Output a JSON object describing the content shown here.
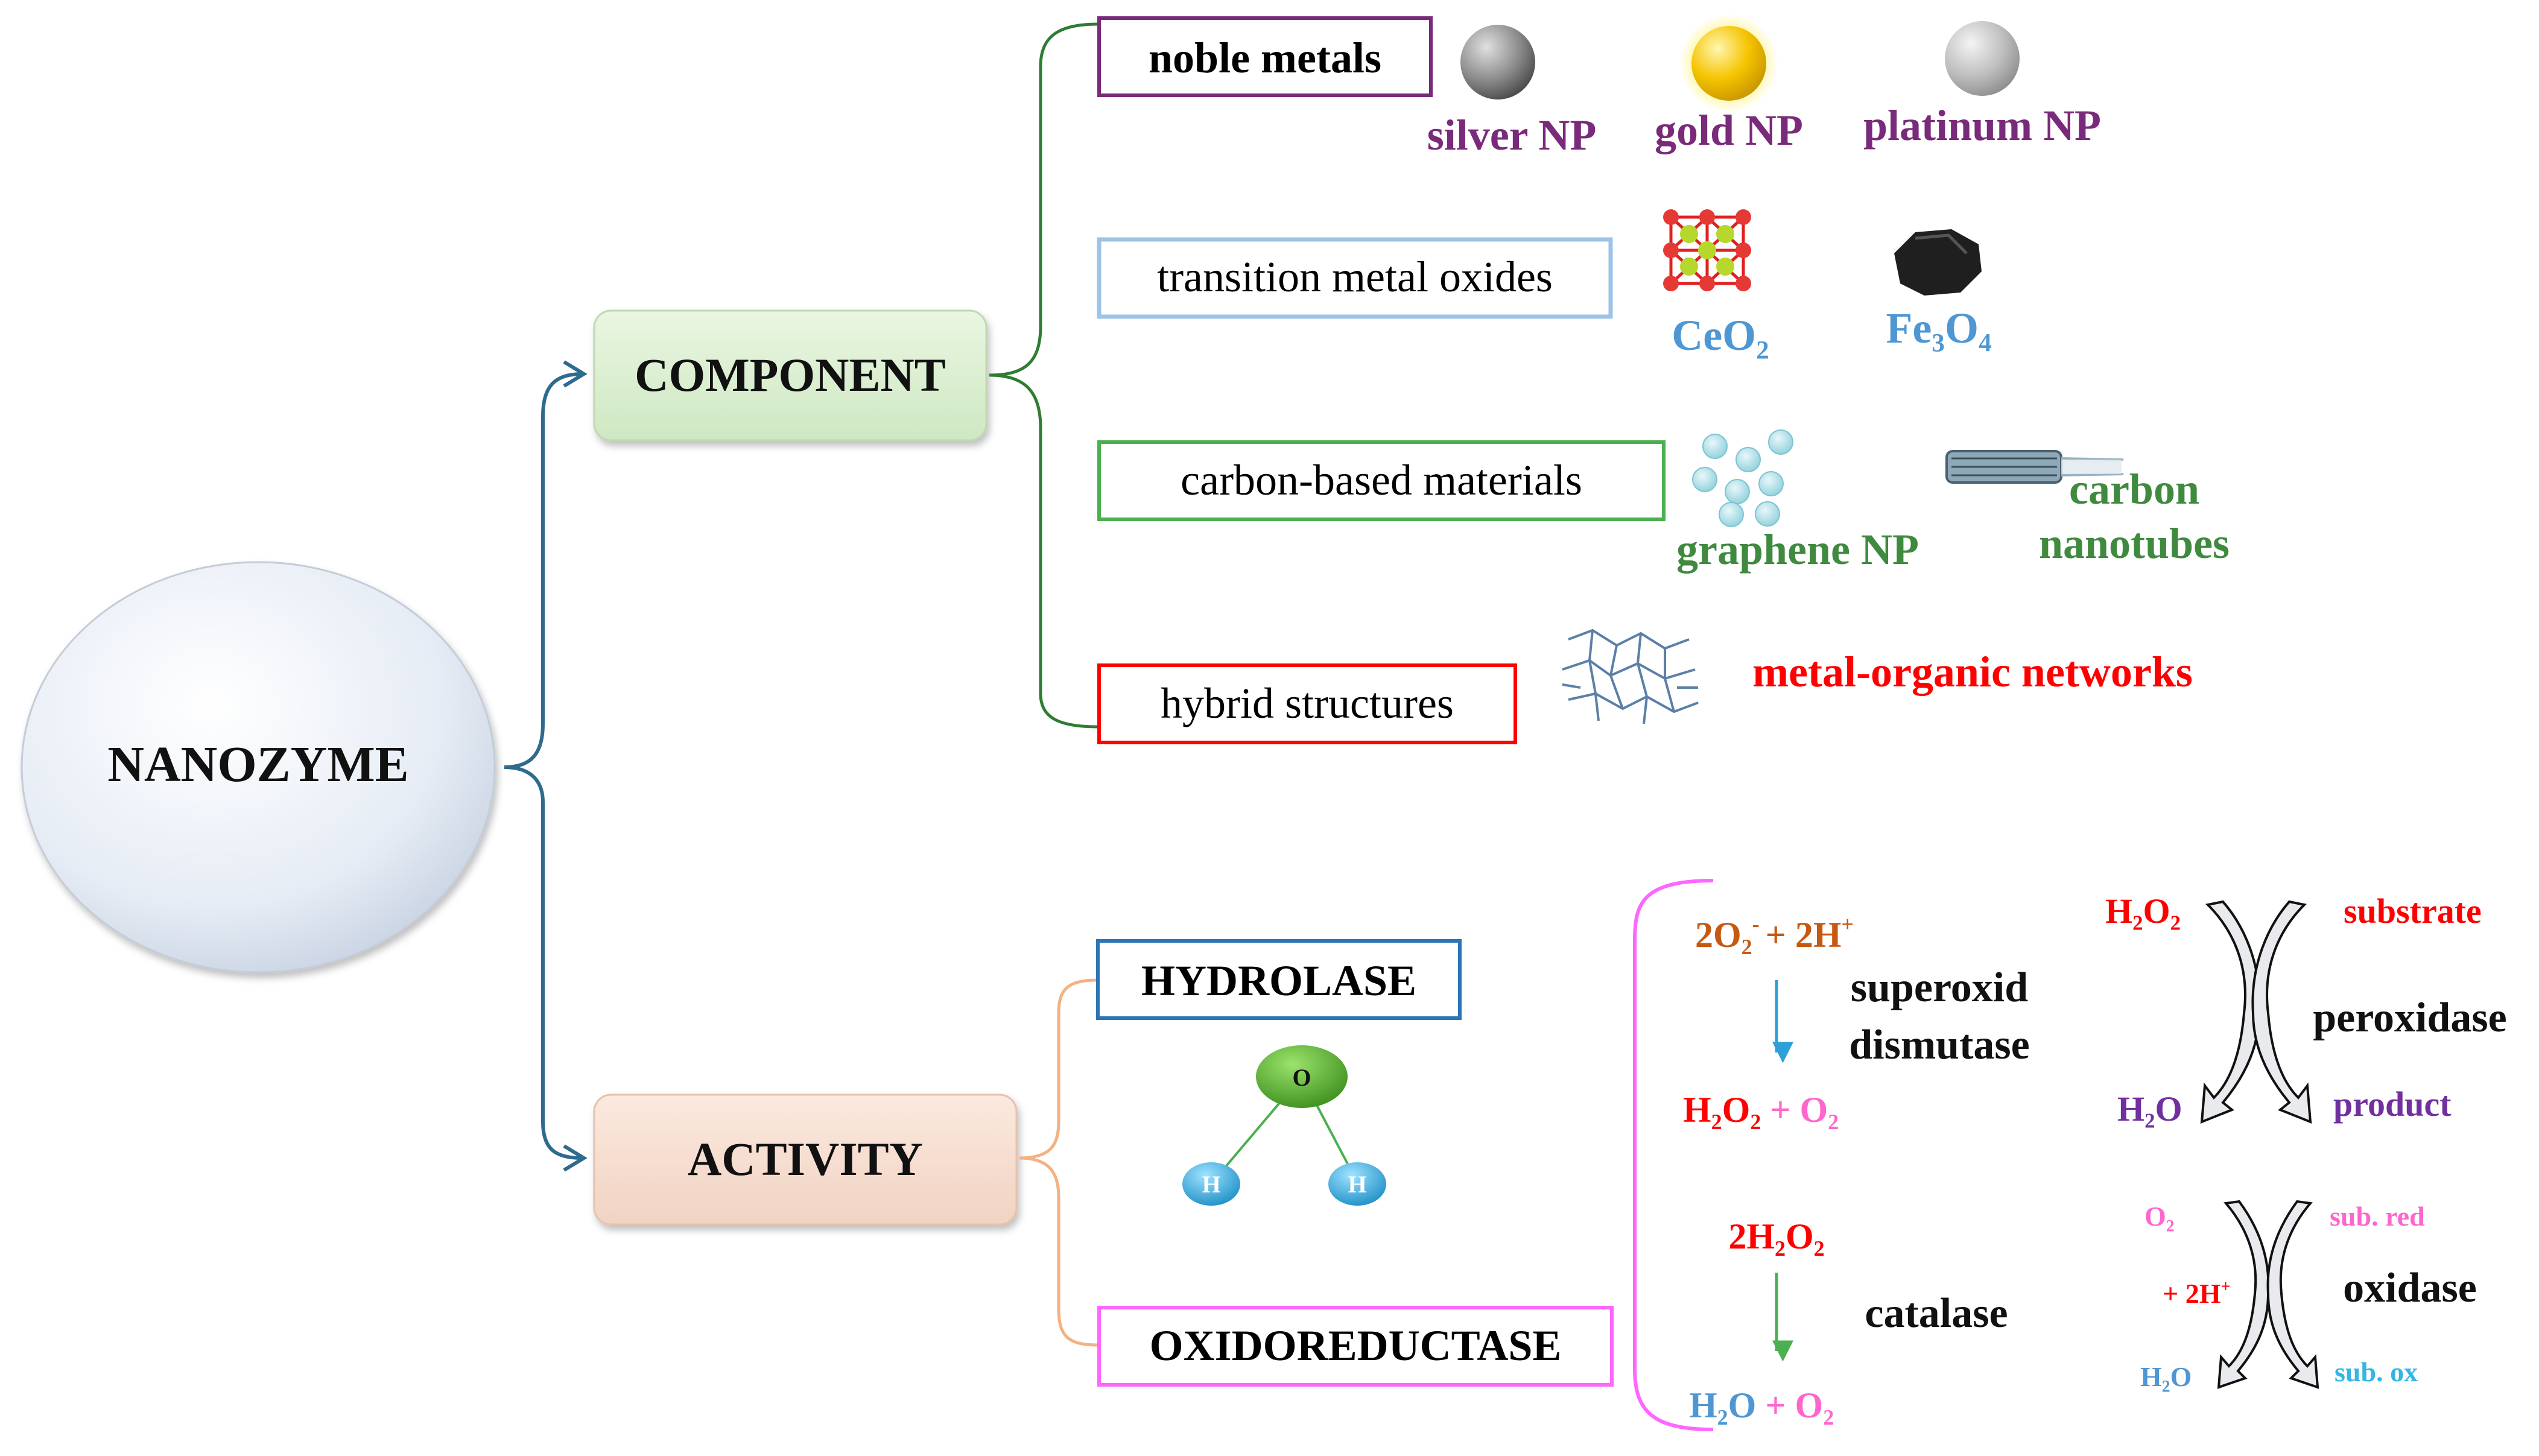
{
  "root": {
    "label": "NANOZYME"
  },
  "component": {
    "label": "COMPONENT",
    "categories": [
      {
        "label": "noble metals",
        "items": [
          "silver NP",
          "gold NP",
          "platinum NP"
        ]
      },
      {
        "label": "transition metal oxides",
        "items": [
          "CeO₂",
          "Fe₃O₄"
        ]
      },
      {
        "label": "carbon-based materials",
        "items": [
          "graphene NP",
          "carbon",
          "nanotubes"
        ]
      },
      {
        "label": "hybrid structures",
        "items": [
          "metal-organic networks"
        ]
      }
    ]
  },
  "activity": {
    "label": "ACTIVITY",
    "hydrolase": {
      "label": "HYDROLASE",
      "molecule": {
        "o": "O",
        "h1": "H",
        "h2": "H"
      }
    },
    "oxidoreductase": {
      "label": "OXIDOREDUCTASE"
    },
    "sod": {
      "reactant_a": "2O₂",
      "reactant_a_sup": "-",
      "plus": "+ 2H",
      "plus_sup": "+",
      "name_line1": "superoxid",
      "name_line2": "dismutase",
      "product_a": "H₂O₂",
      "product_plus": "+",
      "product_b": "O₂"
    },
    "catalase": {
      "reactant": "2H₂O₂",
      "name": "catalase",
      "product_a": "H₂O",
      "product_plus": "+",
      "product_b": "O₂"
    },
    "peroxidase": {
      "in_left": "H₂O₂",
      "in_right": "substrate",
      "name": "peroxidase",
      "out_left": "H₂O",
      "out_right": "product"
    },
    "oxidase": {
      "in_left": "O₂",
      "in_right": "sub. red",
      "mid_left": "+ 2H",
      "mid_left_sup": "+",
      "name": "oxidase",
      "out_left": "H₂O",
      "out_right": "sub. ox"
    }
  },
  "colors": {
    "noble": "#7a2a7a",
    "oxide": "#4f97d3",
    "carbon": "#3f8a3f",
    "hybrid": "#ff0000",
    "hydrolase_border": "#2e75b6",
    "oxidoreductase_border": "#ff66ff",
    "sod_reactant": "#c65911",
    "red": "#ff0000",
    "magenta": "#ff66cc",
    "blue_text": "#4f97d3",
    "purple": "#7030a0",
    "cyan": "#33b5e5"
  }
}
